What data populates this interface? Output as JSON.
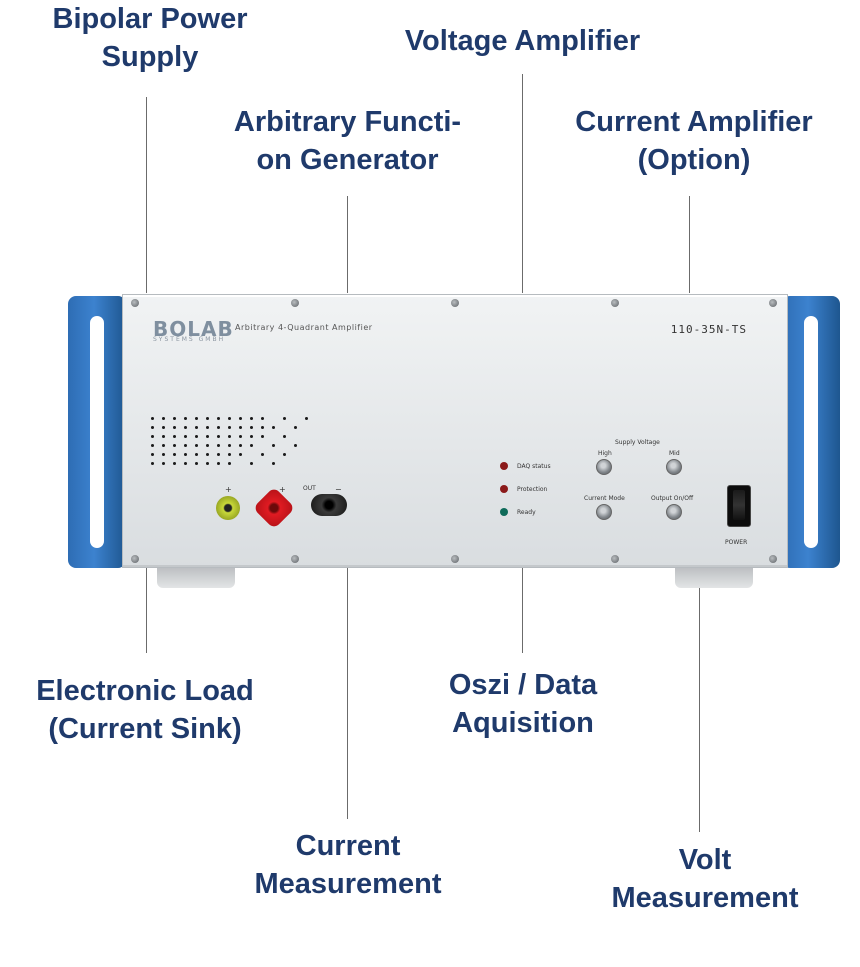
{
  "callouts": {
    "bipolar_power_supply": [
      "Bipolar Power",
      "Supply"
    ],
    "voltage_amplifier": [
      "Voltage Amplifier"
    ],
    "arbitrary_function_generator": [
      "Arbitrary Functi-",
      "on Generator"
    ],
    "current_amplifier": [
      "Current Amplifier",
      "(Option)"
    ],
    "electronic_load": [
      "Electronic Load",
      "(Current Sink)"
    ],
    "oszi_data_acquisition": [
      "Oszi / Data",
      "Aquisition"
    ],
    "current_measurement": [
      "Current",
      "Measurement"
    ],
    "volt_measurement": [
      "Volt",
      "Measurement"
    ]
  },
  "device": {
    "brand": "BOLAB",
    "brand_sub": "SYSTEMS GMBH",
    "subtitle": "Arbitrary 4-Quadrant Amplifier",
    "model": "110-35N-TS",
    "terminals": {
      "plus_left": "+",
      "plus_right": "+",
      "out": "OUT",
      "minus": "−"
    },
    "indicators": [
      {
        "label": "DAQ status",
        "color": "#8b1a1a"
      },
      {
        "label": "Protection",
        "color": "#8b1a1a"
      },
      {
        "label": "Ready",
        "color": "#0f6b5a"
      }
    ],
    "controls": {
      "supply_voltage": "Supply Voltage",
      "high": "High",
      "mid": "Mid",
      "current_mode": "Current Mode",
      "output_on_off": "Output On/Off"
    },
    "power_label": "POWER"
  },
  "colors": {
    "callout_text": "#1f3a6b",
    "handle": "#2e6db4",
    "terminal_yellow": "#c9d93a",
    "terminal_red": "#e01b22",
    "terminal_black": "#1a1a1a"
  }
}
